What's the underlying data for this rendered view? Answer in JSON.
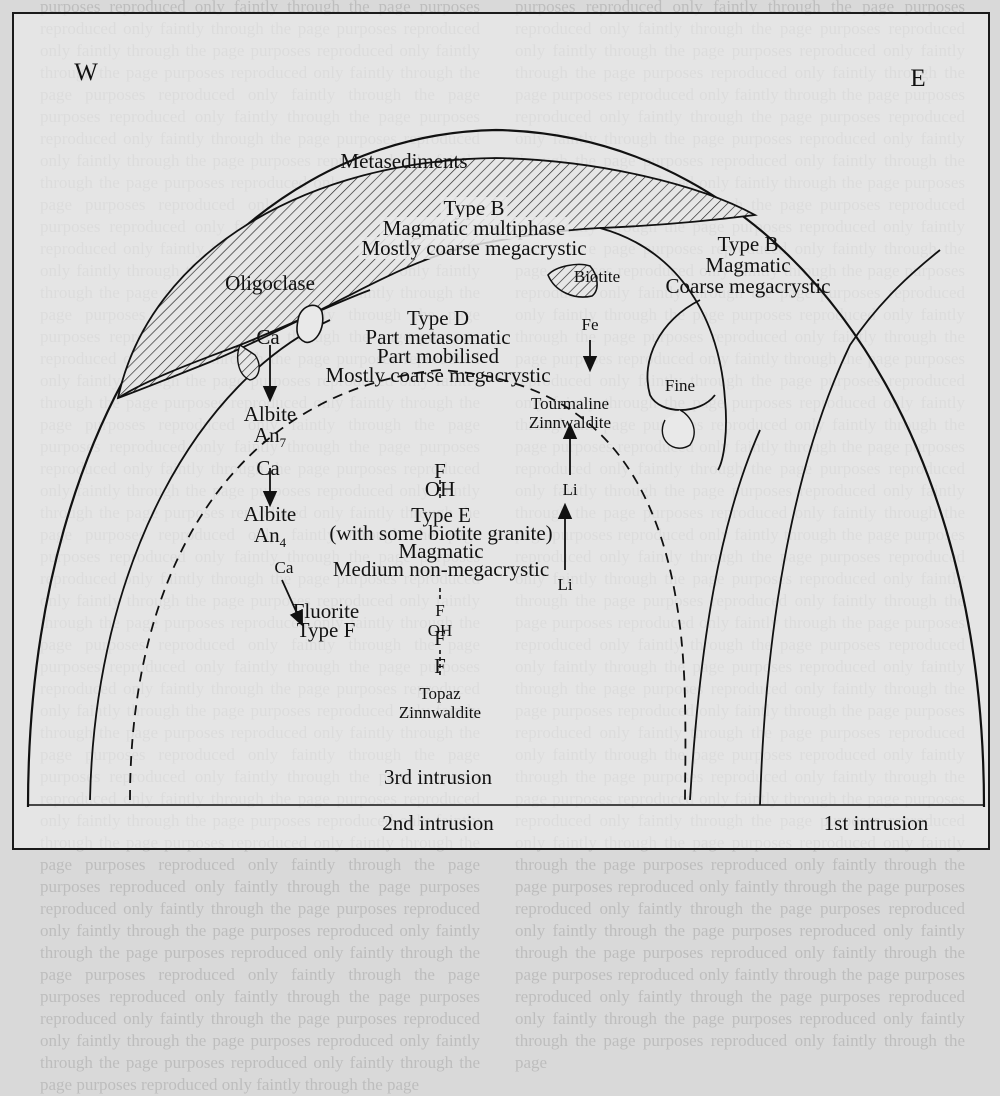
{
  "background_text": {
    "left": "purposes reproduced only faintly through the page",
    "right": "purposes reproduced only faintly through the page"
  },
  "compass": {
    "west": "W",
    "east": "E"
  },
  "zones": {
    "metasediments": "Metasediments",
    "type_b_west": [
      "Type B",
      "Magmatic multiphase",
      "Mostly coarse megacrystic"
    ],
    "type_b_east": [
      "Type B",
      "Magmatic",
      "Coarse megacrystic"
    ],
    "type_d": [
      "Type D",
      "Part metasomatic",
      "Part mobilised",
      "Mostly coarse megacrystic"
    ],
    "type_e": [
      "Type E",
      "(with some biotite granite)",
      "Magmatic",
      "Medium non-megacrystic"
    ],
    "fluorite": [
      "Fluorite",
      "Type F"
    ],
    "fine": "Fine"
  },
  "minerals": {
    "oligoclase": "Oligoclase",
    "ca_1": "Ca",
    "albite_an7": [
      "Albite",
      "An",
      "7"
    ],
    "ca_2": "Ca",
    "albite_an4": [
      "Albite",
      "An",
      "4"
    ],
    "ca_3": "Ca",
    "biotite": "Biotite",
    "fe": "Fe",
    "tourmaline": [
      "Tourmaline",
      "Zinnwaldite"
    ],
    "li_1": "Li",
    "li_2": "Li",
    "f_oh_1": [
      "F",
      "OH"
    ],
    "f_1": "F",
    "f_oh_2": [
      "F",
      "OH"
    ],
    "f_2": "F",
    "topaz": [
      "Topaz",
      "Zinnwaldite"
    ]
  },
  "intrusions": {
    "third": "3rd intrusion",
    "second": "2nd intrusion",
    "first": "1st intrusion"
  }
}
